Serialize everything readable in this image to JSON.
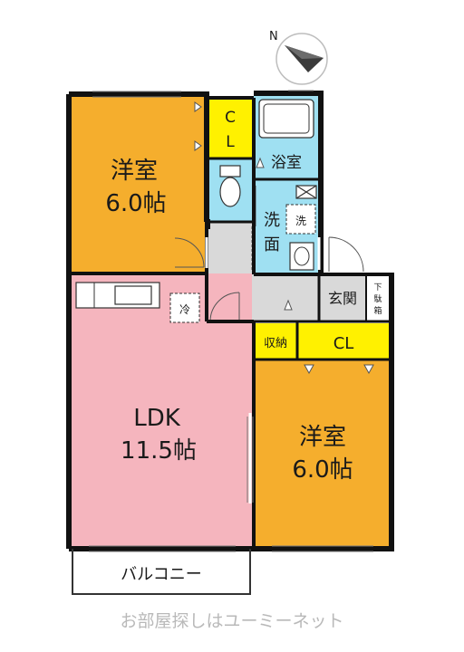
{
  "compass": {
    "north_label": "N"
  },
  "rooms": {
    "western_room_1": {
      "name": "洋室",
      "size": "6.0帖",
      "color": "#F5AE2D"
    },
    "closet_top": {
      "name_line1": "C",
      "name_line2": "L",
      "color": "#FFF100"
    },
    "bathroom": {
      "name": "浴室",
      "color": "#9FE0F2"
    },
    "washroom": {
      "name_line1": "洗",
      "name_line2": "面",
      "color": "#9FE0F2"
    },
    "washer_mark": {
      "name": "洗"
    },
    "ldk": {
      "name": "LDK",
      "size": "11.5帖",
      "color": "#F5B5BE"
    },
    "fridge_mark": {
      "name": "冷"
    },
    "entrance": {
      "name": "玄関",
      "color": "#D9D9D9"
    },
    "shoe_box": {
      "name_line1": "下",
      "name_line2": "駄",
      "name_line3": "箱"
    },
    "storage": {
      "name": "収納",
      "color": "#FFF100"
    },
    "closet_mid": {
      "name": "CL",
      "color": "#FFF100"
    },
    "western_room_2": {
      "name": "洋室",
      "size": "6.0帖",
      "color": "#F5AE2D"
    },
    "balcony": {
      "name": "バルコニー"
    }
  },
  "watermark": {
    "text": "お部屋探しはユーミーネット"
  }
}
